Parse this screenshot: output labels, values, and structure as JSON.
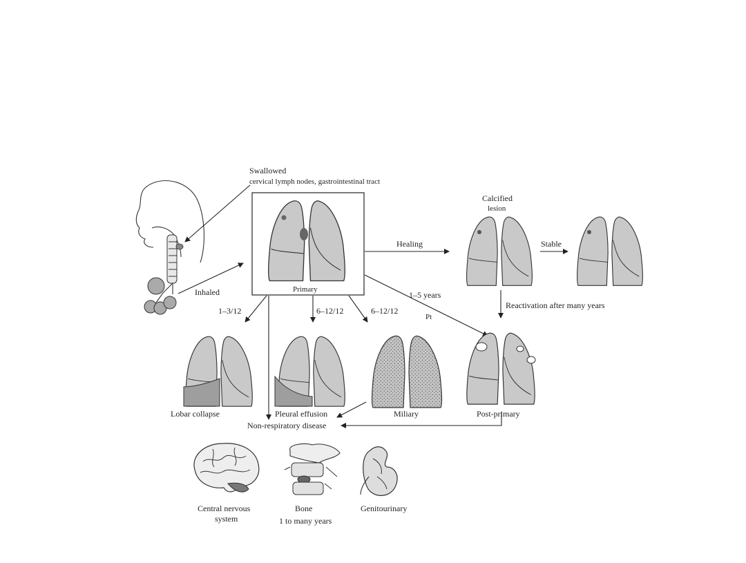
{
  "labels": {
    "swallowed_title": "Swallowed",
    "swallowed_sub": "cervical lymph nodes, gastrointestinal tract",
    "inhaled": "Inhaled",
    "primary": "Primary",
    "healing": "Healing",
    "calcified_1": "Calcified",
    "calcified_2": "lesion",
    "stable": "Stable",
    "years_1_5": "1–5 years",
    "pt": "Pt",
    "reactivation": "Reactivation after many years",
    "t_1_3": "1–3/12",
    "t_6_12_a": "6–12/12",
    "t_6_12_b": "6–12/12",
    "lobar_collapse": "Lobar collapse",
    "pleural_effusion": "Pleural effusion",
    "miliary": "Miliary",
    "post_primary": "Post-primary",
    "non_respiratory": "Non-respiratory disease",
    "cns_1": "Central nervous",
    "cns_2": "system",
    "bone": "Bone",
    "bone_years": "1 to many years",
    "genitourinary": "Genitourinary"
  },
  "icons": {
    "head": "head-respiratory-tract-icon",
    "brain": "brain-icon",
    "spine": "vertebra-icon",
    "kidney": "kidney-icon"
  }
}
